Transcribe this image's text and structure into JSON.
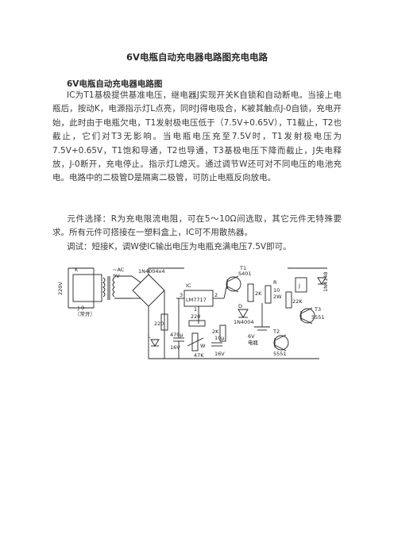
{
  "document": {
    "title": "6V电瓶自动充电器电路图充电电路",
    "subtitle": "6V电瓶自动充电器电路图",
    "paragraphs": [
      "IC为T1基极提供基准电压，继电器J实现开关K自锁和自动断电。当接上电瓶后，按动K，电源指示灯L点亮，同时J得电吸合，K被其触点J-0自锁，充电开始，此时由于电瓶欠电，T1发射极电压低于（7.5V+0.65V），T1截止，T2也截止，它们对T3无影响。当电瓶电压充至7.5V时，T1发射极电压为7.5V+0.65V，T1饱和导通，T2也导通，T3基极电压下降而截止，J失电释放，J-0断开，充电停止。指示灯L熄灭。通过调节W还可对不同电压的电池充电。电路中的二极管D是隔离二极管，可防止电瓶反向放电。",
      "元件选择：R为充电限流电阻，可在5～10Ω间选取，其它元件无特殊要求。所有元件可搭接在一塑料盒上，IC可不用散热器。",
      "调试：短接K，调W使IC输出电压为电瓶充满电压7.5V即可。"
    ]
  },
  "diagram": {
    "labels": {
      "k": "K",
      "ac": "~AC",
      "ac_v": "9V",
      "bridge": "1N4004x4",
      "v220": "220V",
      "j0": "J-0",
      "changkai": "（常开）",
      "ic": "IC",
      "ic_part": "LM7717",
      "pin3": "3",
      "pin2": "2",
      "pin1": "1",
      "t1": "T1",
      "t1_part": "S401",
      "r2k_a": "2K",
      "r_label": "R",
      "r_val": "10",
      "r_w": "2W",
      "j": "J",
      "d1n4148": "1N4148",
      "r220_a": "220",
      "r220_b": "220",
      "r2k_b": "2K",
      "d": "D",
      "d_part": "1N4004",
      "v6": "6V",
      "battery": "电瓶",
      "r22k": "22K",
      "t3": "T3",
      "t3_part": "5551",
      "t2": "T2",
      "t2_part": "5551",
      "c470": "470μ",
      "c470_v": "16V",
      "l": "L",
      "w": "W",
      "w_val": "47K",
      "c10": "10μ",
      "c10_v": "16V"
    }
  }
}
